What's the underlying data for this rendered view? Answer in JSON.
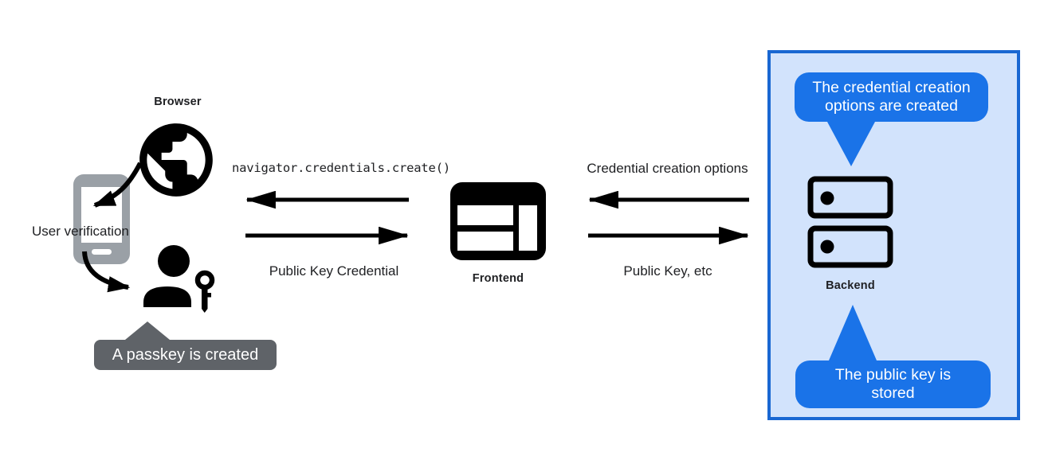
{
  "nodes": {
    "browser_label": "Browser",
    "user_verification_label": "User verification",
    "frontend_label": "Frontend",
    "backend_label": "Backend"
  },
  "messages": {
    "create_call": "navigator.credentials.create()",
    "public_key_credential": "Public Key Credential",
    "credential_creation_options": "Credential creation options",
    "public_key_etc": "Public Key, etc"
  },
  "callouts": {
    "passkey_created": "A passkey is created",
    "options_created": "The credential creation\noptions are created",
    "public_key_stored": "The public key is\nstored"
  },
  "icons": {
    "browser": "globe-icon",
    "device": "phone-icon",
    "user": "person-key-icon",
    "frontend": "browser-window-icon",
    "backend": "server-stack-icon"
  },
  "colors": {
    "callout_blue": "#1a73e8",
    "panel_border_blue": "#1967d2",
    "panel_fill_blue": "#d2e3fc",
    "tooltip_gray": "#5f6368",
    "phone_gray": "#9aa0a6",
    "text_ink": "#202124",
    "icon_black": "#000000"
  }
}
